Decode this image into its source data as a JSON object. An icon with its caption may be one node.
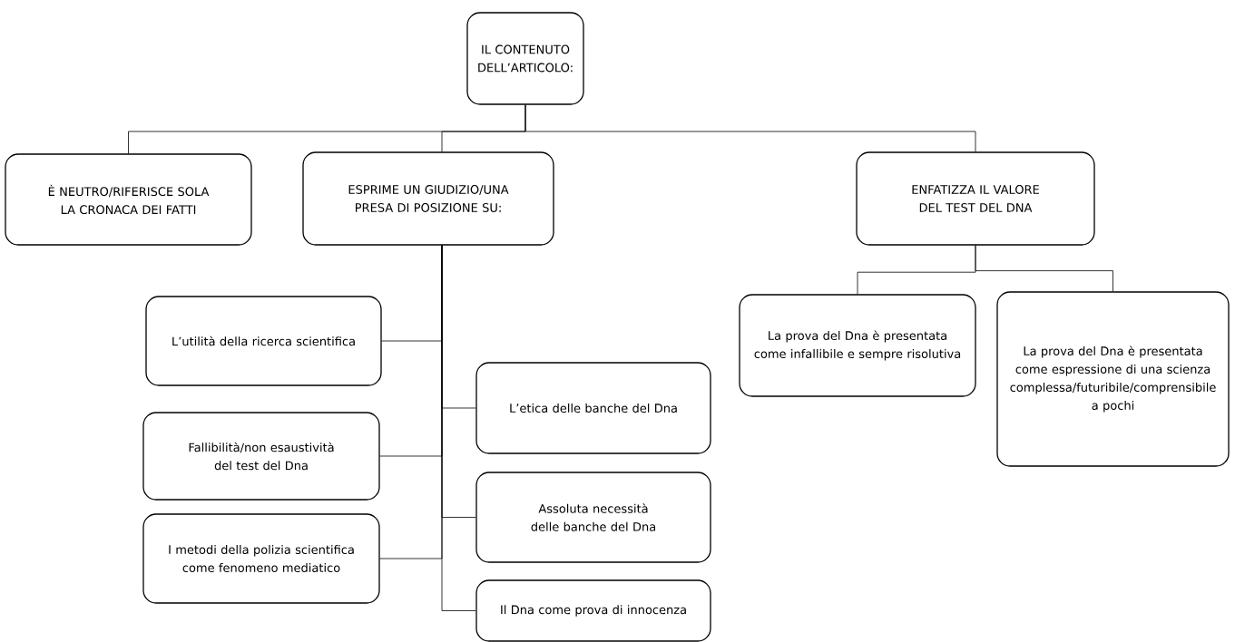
{
  "diagram": {
    "nodes": [
      {
        "text": [
          "IL CONTENUTO DELL’ARTICOLO:"
        ]
      },
      {
        "text": [
          "È NEUTRO/RIFERISCE SOLA LA CRONACA DEI FATTI"
        ]
      },
      {
        "text": [
          "ESPRIME UN GIUDIZIO/UNA PRESA DI POSIZIONE SU:"
        ]
      },
      {
        "text": [
          "ENFATIZZA IL VALORE DEL TEST DEL DNA"
        ]
      },
      {
        "text": [
          "L’utilità della ricerca scientifica"
        ]
      },
      {
        "text": [
          "Fallibilità/non esaustività del test del Dna"
        ]
      },
      {
        "text": [
          "I metodi della polizia scientifica come fenomeno mediatico"
        ]
      },
      {
        "text": [
          "L’etica delle banche del Dna"
        ]
      },
      {
        "text": [
          "Assoluta necessità delle banche del Dna"
        ]
      },
      {
        "text": [
          "Il Dna come prova di innocenza"
        ]
      },
      {
        "text": [
          "La prova del Dna è presentata come infallibile e sempre risolutiva"
        ]
      },
      {
        "text": [
          "La prova del Dna è presentata come espressione di una scienza complessa/futuribile/comprensibile a pochi"
        ]
      }
    ],
    "edges": [
      {
        "from": 0,
        "to": 1,
        "arrow": "none"
      },
      {
        "from": 0,
        "to": 2,
        "arrow": "none"
      },
      {
        "from": 0,
        "to": 3,
        "arrow": "none"
      },
      {
        "from": 2,
        "to": 4,
        "arrow": "none"
      },
      {
        "from": 2,
        "to": 5,
        "arrow": "none"
      },
      {
        "from": 2,
        "to": 6,
        "arrow": "none"
      },
      {
        "from": 2,
        "to": 7,
        "arrow": "none"
      },
      {
        "from": 2,
        "to": 8,
        "arrow": "none"
      },
      {
        "from": 2,
        "to": 9,
        "arrow": "none"
      },
      {
        "from": 3,
        "to": 10,
        "arrow": "none"
      },
      {
        "from": 3,
        "to": 11,
        "arrow": "none"
      }
    ]
  }
}
